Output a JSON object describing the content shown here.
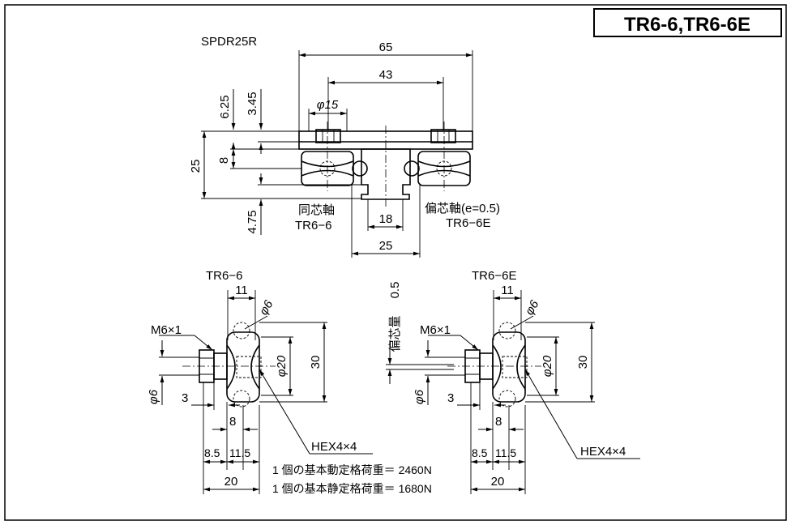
{
  "title": "TR6-6,TR6-6E",
  "top_view": {
    "rail_model": "SPDR25R",
    "dims": {
      "overall_width": "65",
      "center_distance": "43",
      "diameter": "φ15",
      "h_6_25": "6.25",
      "h_3_45": "3.45",
      "h_25": "25",
      "h_8": "8",
      "h_4_75": "4.75",
      "rail_18": "18",
      "rail_25": "25"
    },
    "label_concentric_jp": "同芯軸",
    "label_concentric_model": "TR6−6",
    "label_eccentric_jp": "偏芯軸(e=0.5)",
    "label_eccentric_model": "TR6−6E"
  },
  "left_view": {
    "model": "TR6−6",
    "thread": "M6×1",
    "dims": {
      "d11": "11",
      "phi6_top": "φ6",
      "phi20": "φ20",
      "d30": "30",
      "phi6_shaft": "φ6",
      "d3": "3",
      "d8": "8",
      "d8_5": "8.5",
      "d11_5": "11.5",
      "d20": "20"
    },
    "hex": "HEX4×4"
  },
  "right_view": {
    "model": "TR6−6E",
    "thread": "M6×1",
    "eccentric_label": "偏芯量",
    "eccentric_value": "0.5",
    "dims": {
      "d11": "11",
      "phi6_top": "φ6",
      "phi20": "φ20",
      "d30": "30",
      "phi6_shaft": "φ6",
      "d3": "3",
      "d8": "8",
      "d8_5": "8.5",
      "d11_5": "11.5",
      "d20": "20"
    },
    "hex": "HEX4×4"
  },
  "load_ratings": {
    "dynamic": "1 個の基本動定格荷重＝ 2460N",
    "static": "1 個の基本静定格荷重＝ 1680N"
  }
}
